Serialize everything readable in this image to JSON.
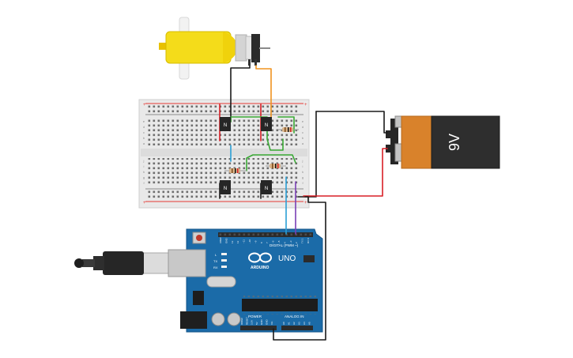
{
  "battery": {
    "label": "9V"
  },
  "arduino": {
    "brand": "ARDUINO",
    "model": "UNO",
    "digital_header_label": "DIGITAL (PWM ~)",
    "power_label": "POWER",
    "analog_label": "ANALOG IN",
    "led_labels": [
      "L",
      "TX",
      "RX"
    ],
    "digital_pins": [
      "AREF",
      "GND",
      "13",
      "12",
      "~11",
      "~10",
      "~9",
      "8",
      "7",
      "~6",
      "~5",
      "4",
      "~3",
      "2",
      "TX 1",
      "RX 0"
    ],
    "power_pins": [
      "IOREF",
      "RESET",
      "3.3V",
      "5V",
      "GND",
      "GND",
      "Vin"
    ],
    "analog_pins": [
      "A0",
      "A1",
      "A2",
      "A3",
      "A4",
      "A5"
    ]
  },
  "transistors": [
    {
      "id": "q1",
      "label": "N"
    },
    {
      "id": "q2",
      "label": "N"
    },
    {
      "id": "q3",
      "label": "N"
    },
    {
      "id": "q4",
      "label": "N"
    }
  ],
  "breadboard": {
    "column_letters_top": [
      "a",
      "b",
      "c",
      "d",
      "e"
    ],
    "column_letters_bottom": [
      "f",
      "g",
      "h",
      "i",
      "j"
    ]
  },
  "colors": {
    "wire_black": "#1a1a1a",
    "wire_red": "#d81f26",
    "wire_green": "#3aa935",
    "wire_orange": "#f0931f",
    "wire_blue": "#2a9fd6",
    "wire_purple": "#7a3fb5",
    "arduino_blue": "#1b6ba8",
    "motor_yellow": "#f4dc1a",
    "battery_orange": "#d9822b"
  }
}
